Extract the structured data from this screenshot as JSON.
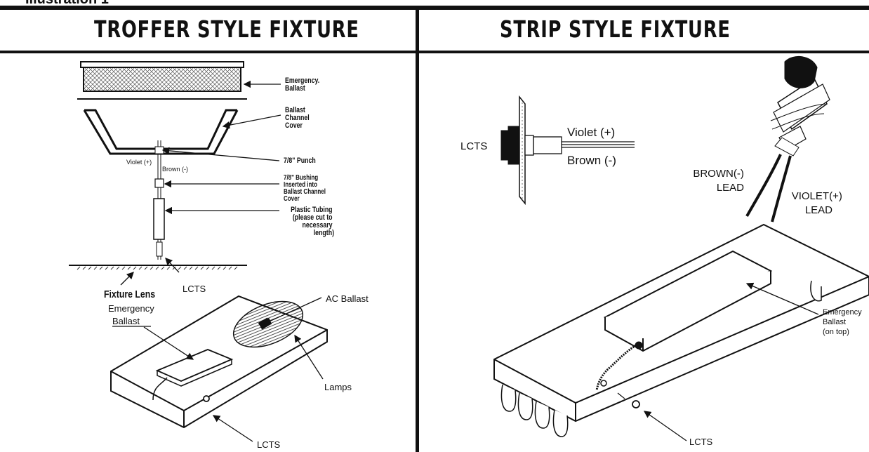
{
  "illustration_label": "Illustration 1",
  "troffer": {
    "heading": "TROFFER STYLE FIXTURE",
    "emergency_ballast_top": [
      "Emergency.",
      "Ballast"
    ],
    "ballast_channel_cover": [
      "Ballast",
      "Channel",
      "Cover"
    ],
    "violet_wire": "Violet (+)",
    "brown_wire": "Brown (-)",
    "punch": "7/8\" Punch",
    "bushing": [
      "7/8\" Bushing",
      "Inserted into",
      "Ballast Channel",
      "Cover"
    ],
    "plastic_tubing": [
      "Plastic Tubing",
      "(please cut to",
      "necessary",
      "length)"
    ],
    "fixture_lens": "Fixture Lens",
    "lcts_upper": "LCTS",
    "emergency_ballast": [
      "Emergency",
      "Ballast"
    ],
    "ac_ballast": "AC Ballast",
    "lamps": "Lamps",
    "lcts_lower": "LCTS"
  },
  "strip": {
    "heading": "STRIP  STYLE  FIXTURE",
    "lcts_detail": "LCTS",
    "violet_detail": "Violet (+)",
    "brown_detail": "Brown (-)",
    "brown_lead": [
      "BROWN(-)",
      "LEAD"
    ],
    "violet_lead": [
      "VIOLET(+)",
      "LEAD"
    ],
    "emergency_ballast": [
      "Emergency",
      "Ballast",
      "(on top)"
    ],
    "lcts": "LCTS"
  }
}
